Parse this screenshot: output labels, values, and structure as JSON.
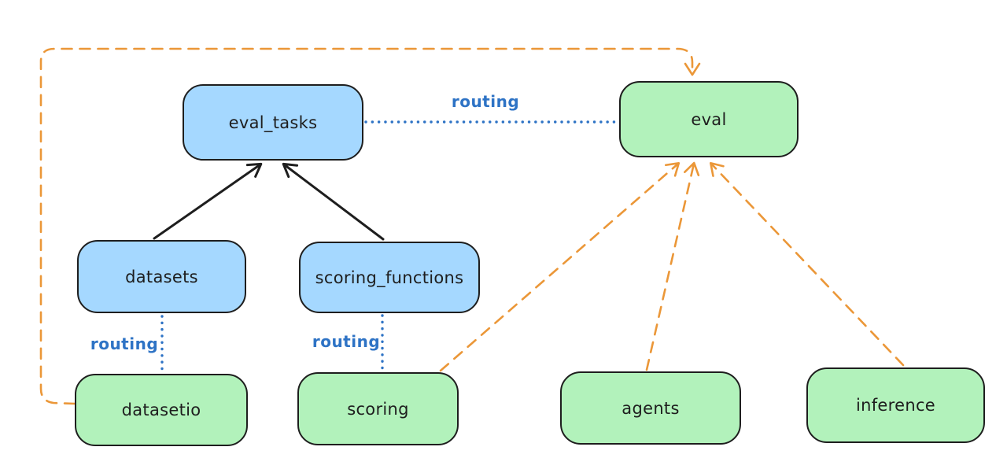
{
  "diagram": {
    "background": "#ffffff",
    "colors": {
      "api_box_fill": "#a5d8ff",
      "provider_box_fill": "#b2f2bb",
      "box_stroke": "#1e1e1e",
      "routing_blue": "#2e73c5",
      "provider_arrow_orange": "#eb9738",
      "dependency_arrow_black": "#1e1e1e"
    },
    "nodes": [
      {
        "id": "eval_tasks",
        "label": "eval_tasks",
        "color": "blue"
      },
      {
        "id": "eval",
        "label": "eval",
        "color": "green"
      },
      {
        "id": "datasets",
        "label": "datasets",
        "color": "blue"
      },
      {
        "id": "scoring_functions",
        "label": "scoring_functions",
        "color": "blue"
      },
      {
        "id": "datasetio",
        "label": "datasetio",
        "color": "green"
      },
      {
        "id": "scoring",
        "label": "scoring",
        "color": "green"
      },
      {
        "id": "agents",
        "label": "agents",
        "color": "green"
      },
      {
        "id": "inference",
        "label": "inference",
        "color": "green"
      }
    ],
    "edges": [
      {
        "from": "datasets",
        "to": "eval_tasks",
        "style": "solid-black-arrow",
        "label": ""
      },
      {
        "from": "scoring_functions",
        "to": "eval_tasks",
        "style": "solid-black-arrow",
        "label": ""
      },
      {
        "from": "eval_tasks",
        "to": "eval",
        "style": "dotted-blue",
        "label": "routing"
      },
      {
        "from": "datasets",
        "to": "datasetio",
        "style": "dotted-blue",
        "label": "routing"
      },
      {
        "from": "scoring_functions",
        "to": "scoring",
        "style": "dotted-blue",
        "label": "routing"
      },
      {
        "from": "datasetio",
        "to": "eval",
        "style": "dashed-orange-arrow",
        "label": ""
      },
      {
        "from": "scoring",
        "to": "eval",
        "style": "dashed-orange-arrow",
        "label": ""
      },
      {
        "from": "agents",
        "to": "eval",
        "style": "dashed-orange-arrow",
        "label": ""
      },
      {
        "from": "inference",
        "to": "eval",
        "style": "dashed-orange-arrow",
        "label": ""
      }
    ],
    "routing_labels": [
      {
        "text": "routing"
      },
      {
        "text": "routing"
      },
      {
        "text": "routing"
      }
    ]
  }
}
